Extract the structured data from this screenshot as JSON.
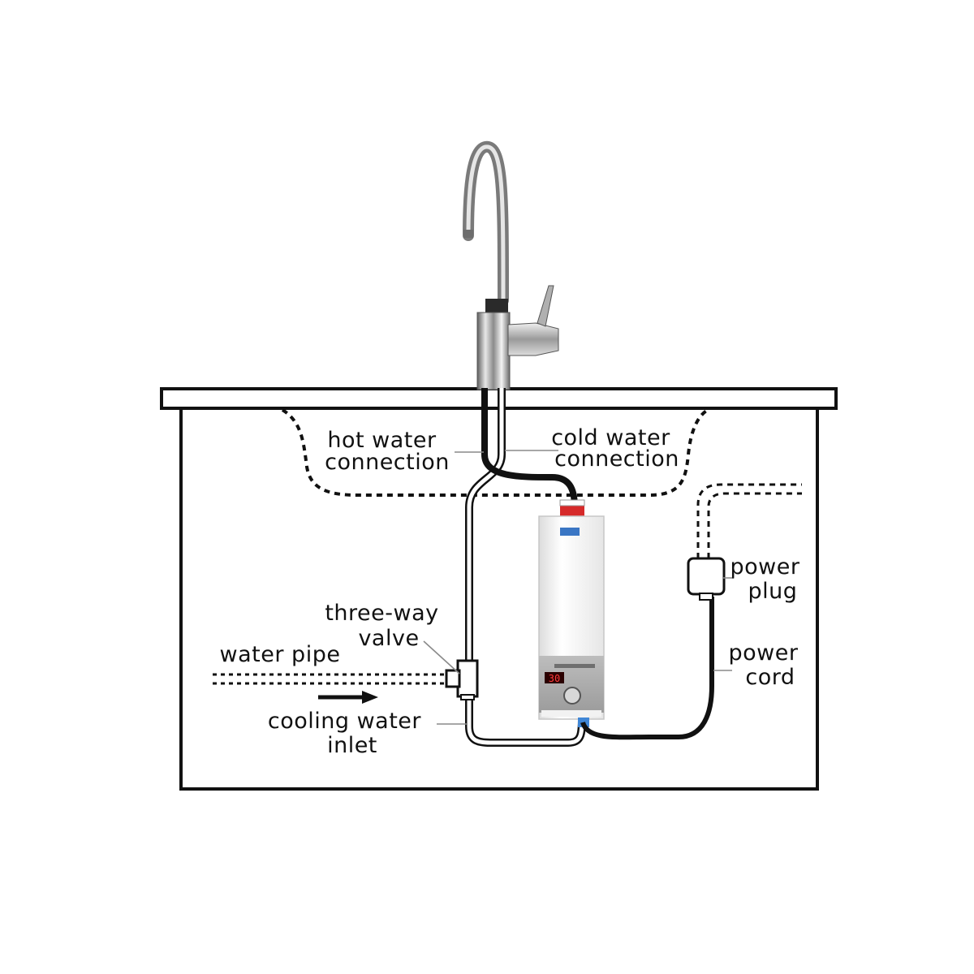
{
  "labels": {
    "hot_water": [
      "hot water",
      "connection"
    ],
    "cold_water": [
      "cold water",
      "connection"
    ],
    "three_way_valve": [
      "three-way",
      "valve"
    ],
    "water_pipe": "water pipe",
    "cooling_water_inlet": [
      "cooling water",
      "inlet"
    ],
    "power_plug": [
      "power",
      "plug"
    ],
    "power_cord": [
      "power",
      "cord"
    ]
  },
  "heater": {
    "display_value": "30"
  },
  "icons": [
    "faucet-icon",
    "water-heater-icon",
    "power-plug-icon",
    "three-way-valve-icon",
    "flow-arrow-icon"
  ]
}
